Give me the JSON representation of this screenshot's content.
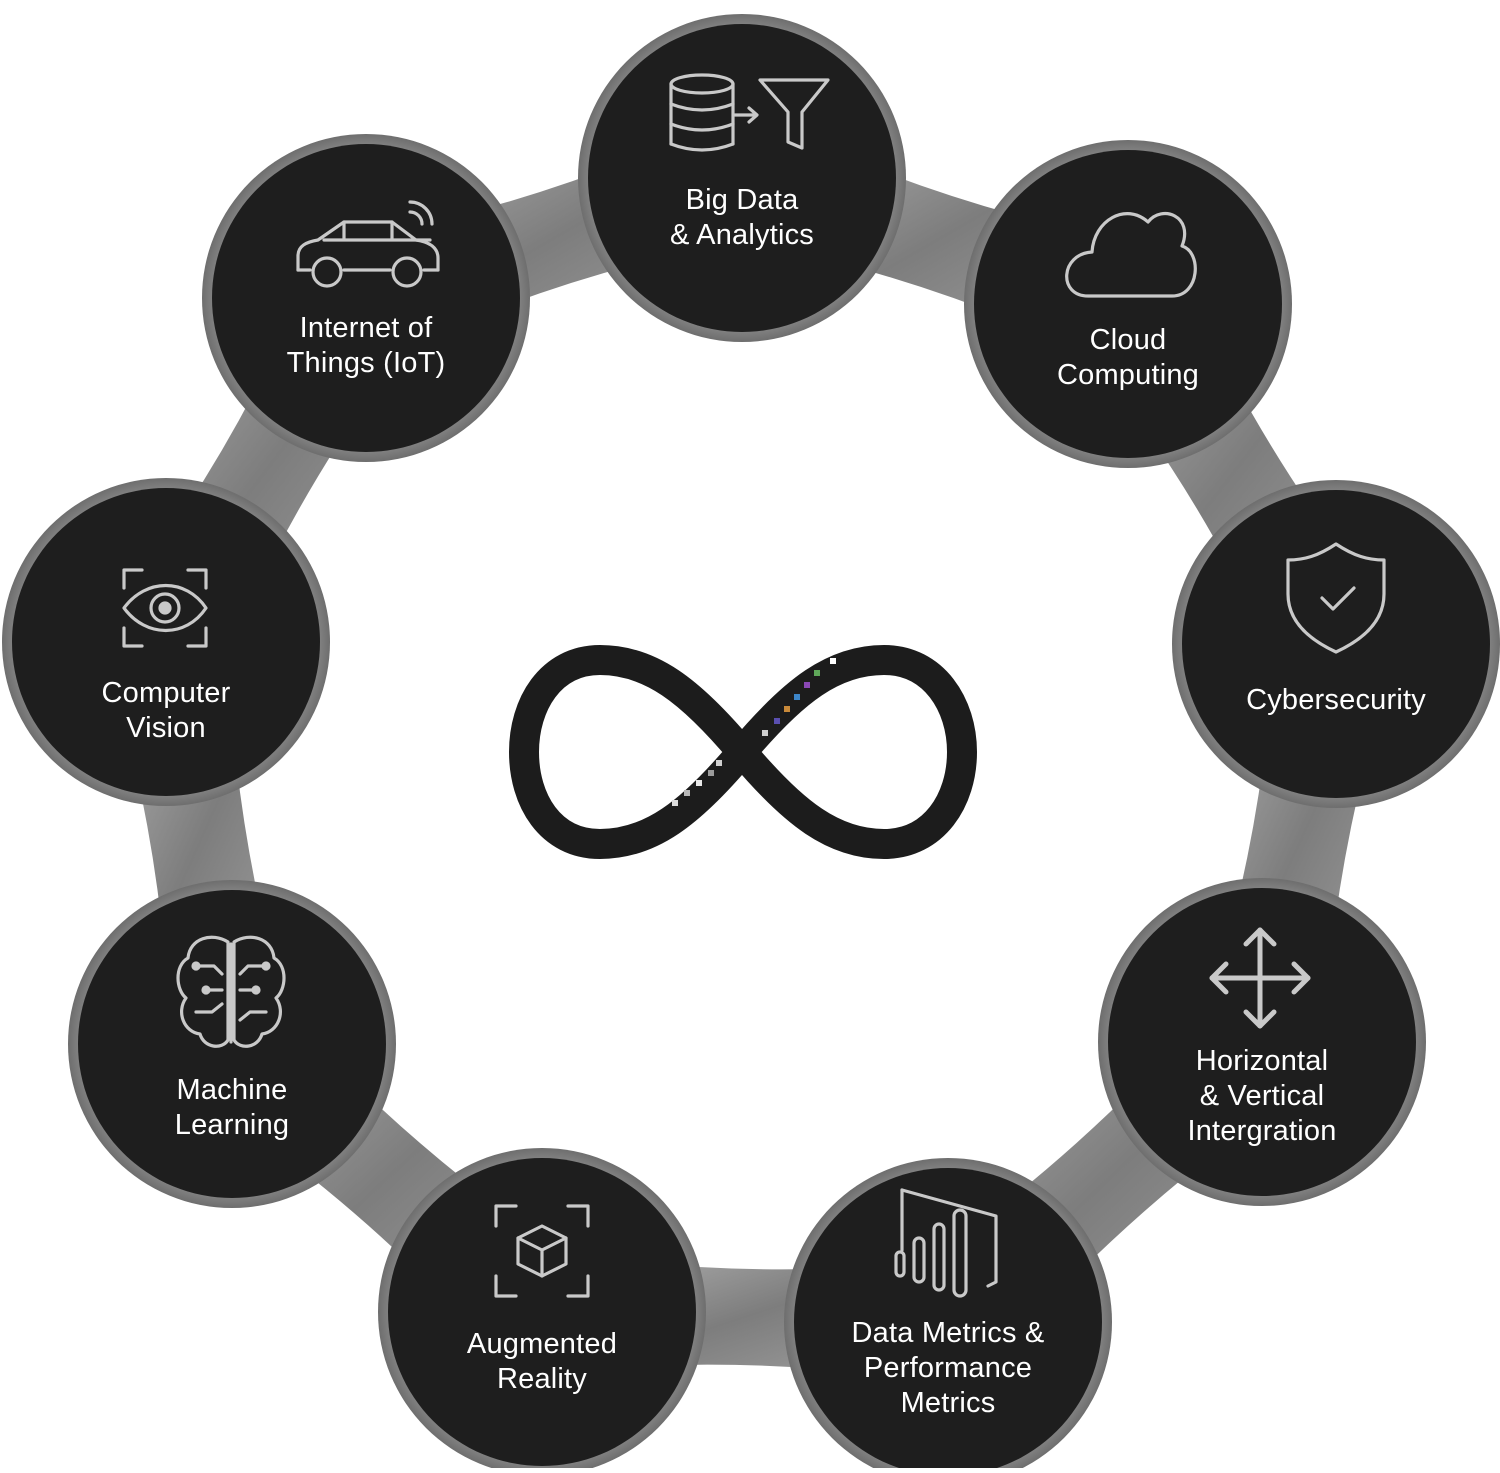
{
  "center": {
    "icon": "infinity-icon"
  },
  "nodes": [
    {
      "id": "big-data",
      "lines": [
        "Big Data",
        "& Analytics"
      ],
      "icon": "database-funnel-icon"
    },
    {
      "id": "cloud",
      "lines": [
        "Cloud",
        "Computing"
      ],
      "icon": "cloud-icon"
    },
    {
      "id": "cybersecurity",
      "lines": [
        "Cybersecurity"
      ],
      "icon": "shield-check-icon"
    },
    {
      "id": "integration",
      "lines": [
        "Horizontal",
        "& Vertical",
        "Intergration"
      ],
      "icon": "move-arrows-icon"
    },
    {
      "id": "metrics",
      "lines": [
        "Data Metrics &",
        "Performance",
        "Metrics"
      ],
      "icon": "bar-chart-icon"
    },
    {
      "id": "ar",
      "lines": [
        "Augmented",
        "Reality"
      ],
      "icon": "ar-cube-icon"
    },
    {
      "id": "ml",
      "lines": [
        "Machine",
        "Learning"
      ],
      "icon": "brain-circuit-icon"
    },
    {
      "id": "cv",
      "lines": [
        "Computer",
        "Vision"
      ],
      "icon": "eye-scan-icon"
    },
    {
      "id": "iot",
      "lines": [
        "Internet of",
        "Things (IoT)"
      ],
      "icon": "connected-car-icon"
    }
  ],
  "colors": {
    "node_fill": "#1e1e1e",
    "ring": "#8e8e8e",
    "icon": "#c9c9c9",
    "label": "#ffffff"
  }
}
